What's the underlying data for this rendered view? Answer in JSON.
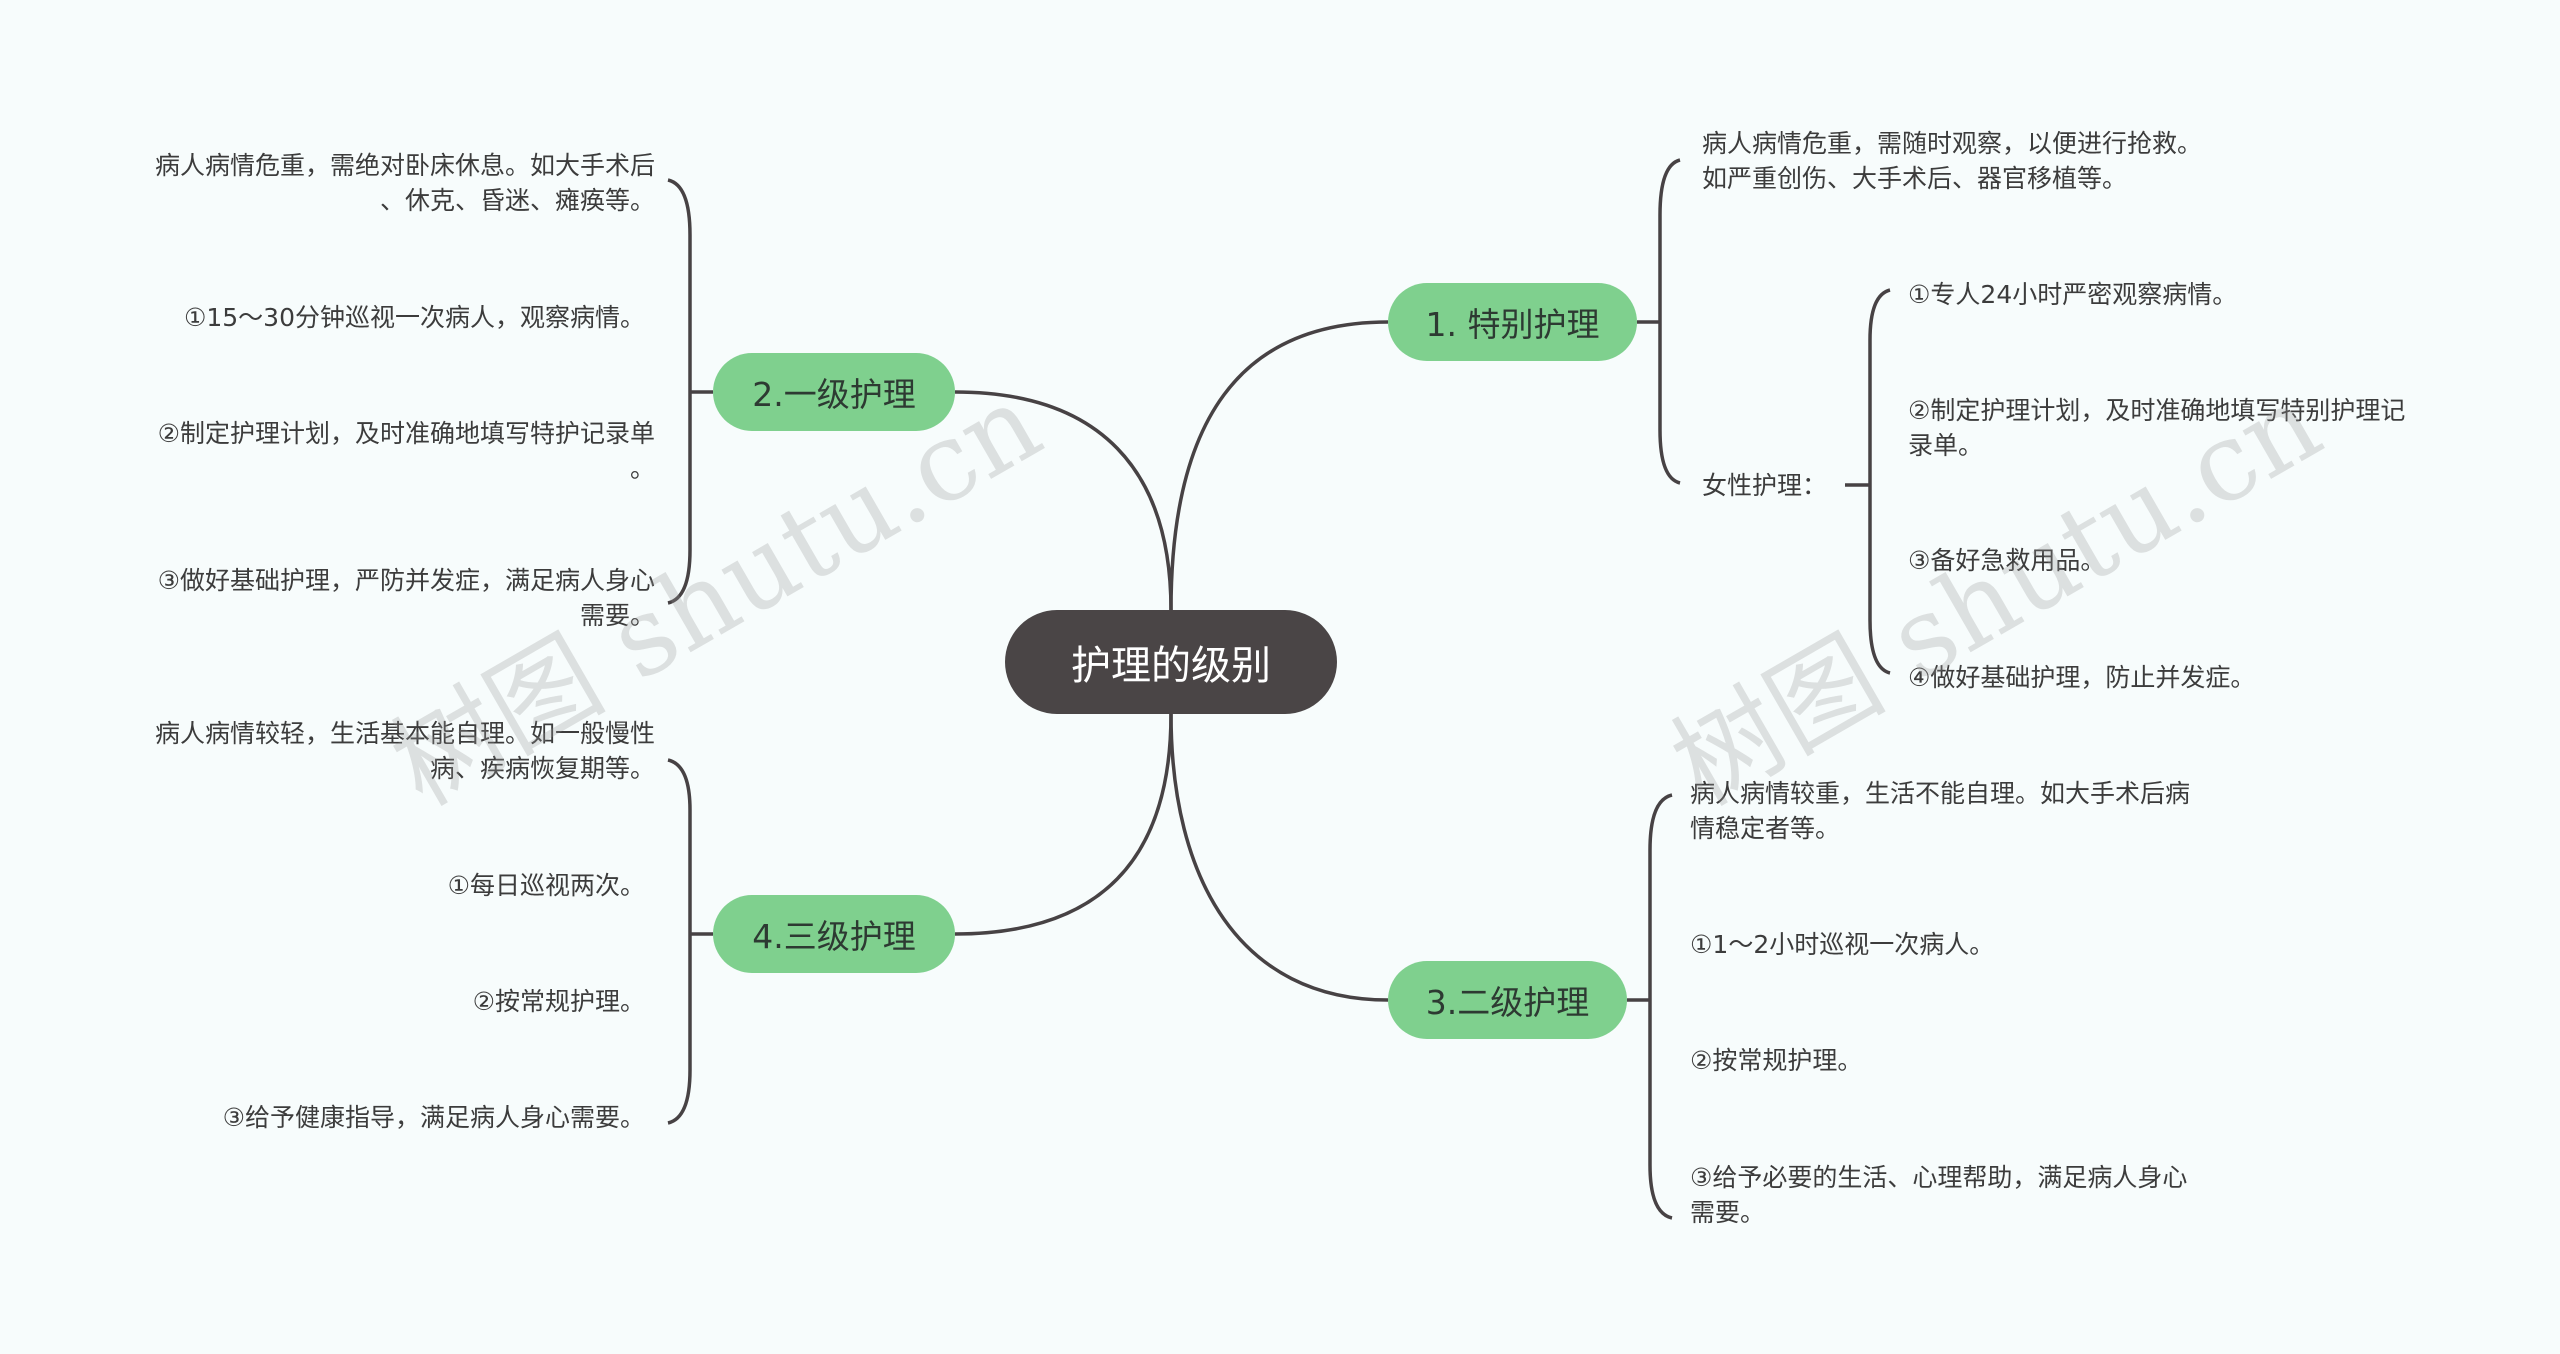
{
  "watermark": "树图 shutu.cn",
  "center": "护理的级别",
  "colors": {
    "center": "#4a4546",
    "topic": "#7fd08e",
    "line": "#474244"
  },
  "topics": {
    "t1": {
      "label": "1. 特别护理",
      "leaf1": "病人病情危重，需随时观察，以便进行抢救。\n如严重创伤、大手术后、器官移植等。",
      "sub": "女性护理：",
      "sub_items": [
        "①专人24小时严密观察病情。",
        "②制定护理计划，及时准确地填写特别护理记\n录单。",
        "③备好急救用品。",
        "④做好基础护理，防止并发症。"
      ]
    },
    "t2": {
      "label": "2.一级护理",
      "items": [
        "病人病情危重，需绝对卧床休息。如大手术后\n、休克、昏迷、瘫痪等。",
        "①15～30分钟巡视一次病人，观察病情。",
        "②制定护理计划，及时准确地填写特护记录单\n。",
        "③做好基础护理，严防并发症，满足病人身心\n需要。"
      ]
    },
    "t3": {
      "label": "3.二级护理",
      "items": [
        "病人病情较重，生活不能自理。如大手术后病\n情稳定者等。",
        "①1～2小时巡视一次病人。",
        "②按常规护理。",
        "③给予必要的生活、心理帮助，满足病人身心\n需要。"
      ]
    },
    "t4": {
      "label": "4.三级护理",
      "items": [
        "病人病情较轻，生活基本能自理。如一般慢性\n病、疾病恢复期等。",
        "①每日巡视两次。",
        "②按常规护理。",
        "③给予健康指导，满足病人身心需要。"
      ]
    }
  }
}
